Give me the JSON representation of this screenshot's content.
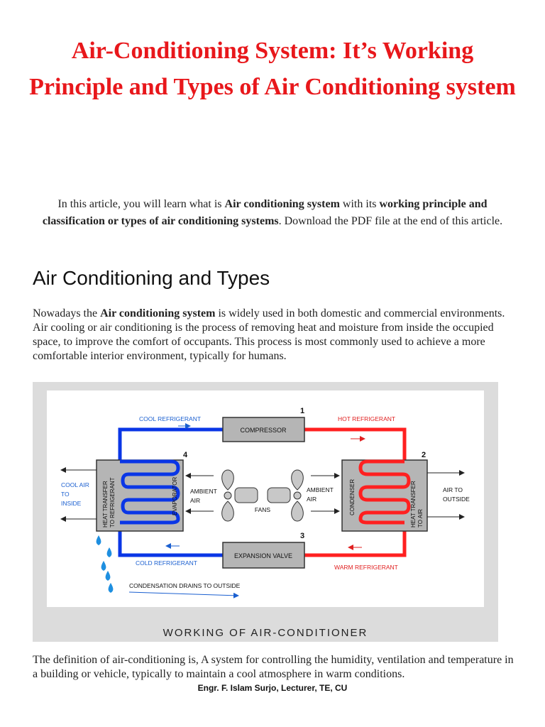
{
  "document": {
    "title": "Air-Conditioning System: It’s Working Principle and Types of Air Conditioning system",
    "intro": {
      "t1": "In this article, you will learn what is ",
      "b1": "Air conditioning system",
      "t2": " with its ",
      "b2": "working principle and classification or types of air conditioning systems",
      "t3": ". Download the PDF file at the end of this article."
    },
    "section_heading": "Air Conditioning and Types",
    "paragraph1": {
      "t1": "Nowadays the ",
      "b1": "Air conditioning system",
      "t2": " is widely used in both domestic and commercial environments. Air cooling or air conditioning is the process of removing heat and moisture from inside the occupied space, to improve the comfort of occupants. This process is most commonly used to achieve a more comfortable interior environment, typically for humans."
    },
    "paragraph2": "The definition of air-conditioning is, A system for controlling the humidity, ventilation and temperature in a building or vehicle, typically to maintain a cool atmosphere in warm conditions.",
    "footer": "Engr. F. Islam Surjo, Lecturer, TE, CU"
  },
  "diagram": {
    "caption": "WORKING OF AIR-CONDITIONER",
    "cool_refrigerant": "COOL REFRIGERANT",
    "hot_refrigerant": "HOT REFRIGERANT",
    "cold_refrigerant": "COLD REFRIGERANT",
    "warm_refrigerant": "WARM REFRIGERANT",
    "compressor": "COMPRESSOR",
    "expansion_valve": "EXPANSION VALVE",
    "num1": "1",
    "num2": "2",
    "num3": "3",
    "num4": "4",
    "cool_air_inside": [
      "COOL AIR",
      "TO",
      "INSIDE"
    ],
    "air_outside": [
      "AIR TO",
      "OUTSIDE"
    ],
    "ambient_air_left": [
      "AMBIENT",
      "AIR"
    ],
    "ambient_air_right": [
      "AMBIENT",
      "AIR"
    ],
    "fans": "FANS",
    "heat_to_refrigerant": [
      "HEAT TRANSFER",
      "TO REFRIGERANT"
    ],
    "evaporator": "EVAPORATOR",
    "condenser": "CONDENSER",
    "heat_to_air": [
      "HEAT TRANSFER",
      "TO AIR"
    ],
    "condensation": "CONDENSATION DRAINS TO OUTSIDE",
    "colors": {
      "cold": "#0a36e6",
      "hot": "#ff2020",
      "label_blue": "#1a5fd0",
      "label_red": "#e02020",
      "unit_gray": "#b5b5b5"
    }
  }
}
